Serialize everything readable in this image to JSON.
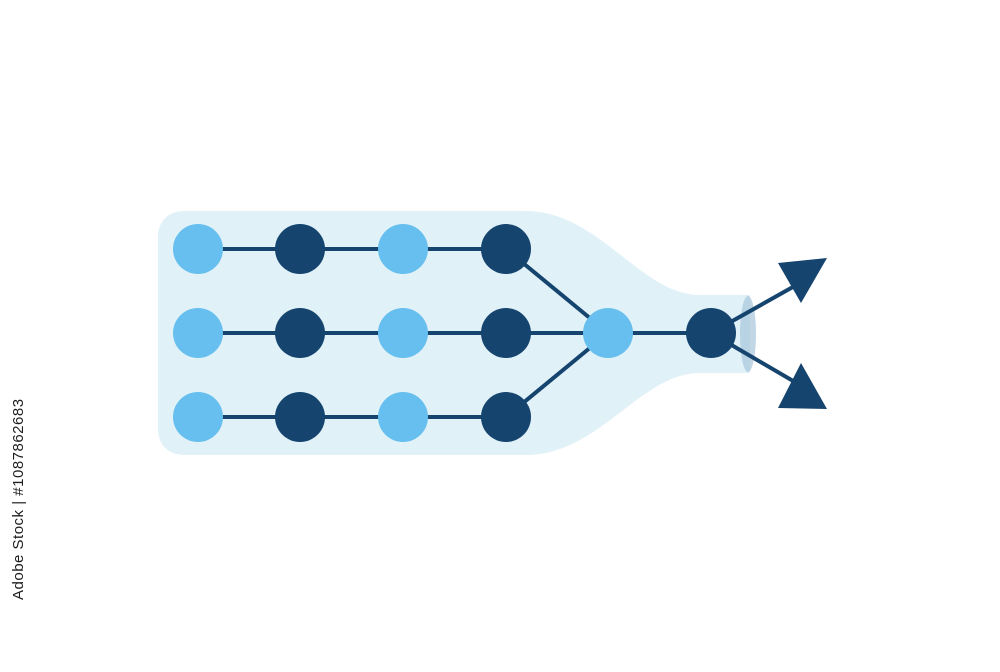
{
  "image_id_text": "Adobe Stock | #1087862683",
  "colors": {
    "background": "#ffffff",
    "bottle_fill": "#e0f1f8",
    "bottle_neck_ring": "#a7c6dc",
    "node_light": "#66bfee",
    "node_dark": "#15446e",
    "connector": "#15446e",
    "arrow": "#15446e"
  },
  "diagram": {
    "description": "bottleneck",
    "input_rows": [
      [
        "light",
        "dark",
        "light",
        "dark"
      ],
      [
        "light",
        "dark",
        "light",
        "dark"
      ],
      [
        "light",
        "dark",
        "light",
        "dark"
      ]
    ],
    "merge_node": "light",
    "bottleneck_node": "dark",
    "output_arrows": [
      "up-right",
      "down-right"
    ]
  }
}
